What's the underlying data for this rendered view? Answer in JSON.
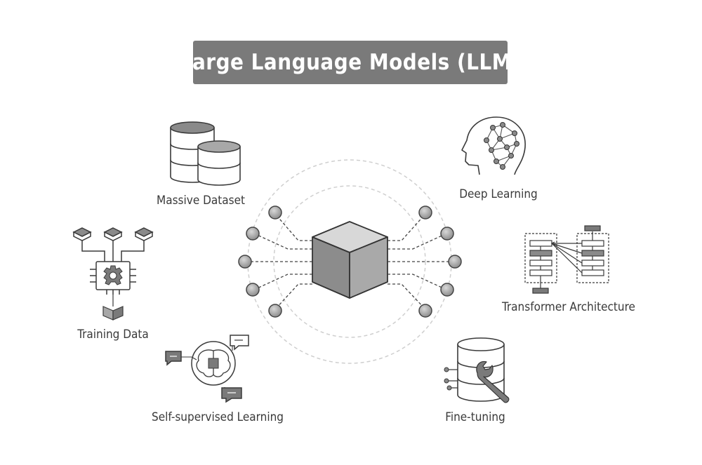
{
  "title": "Large Language Models (LLM)",
  "labels": {
    "massive_dataset": "Massive Dataset",
    "deep_learning": "Deep Learning",
    "training_data": "Training Data",
    "transformer_architecture": "Transformer Architecture",
    "self_supervised_learning": "Self-supervised Learning",
    "fine_tuning": "Fine-tuning"
  },
  "icons": {
    "hub": "cube-icon",
    "massive_dataset": "database-stack-icon",
    "deep_learning": "head-neural-network-icon",
    "training_data": "gear-chip-icon",
    "transformer_architecture": "transformer-diagram-icon",
    "self_supervised_learning": "brain-chat-icon",
    "fine_tuning": "database-wrench-icon"
  },
  "colors": {
    "title_bg": "#7a7a7a",
    "title_text": "#ffffff",
    "line": "#3a3a3a",
    "fill_dark": "#8a8a8a",
    "fill_mid": "#a8a8a8",
    "ring": "#cccccc"
  }
}
